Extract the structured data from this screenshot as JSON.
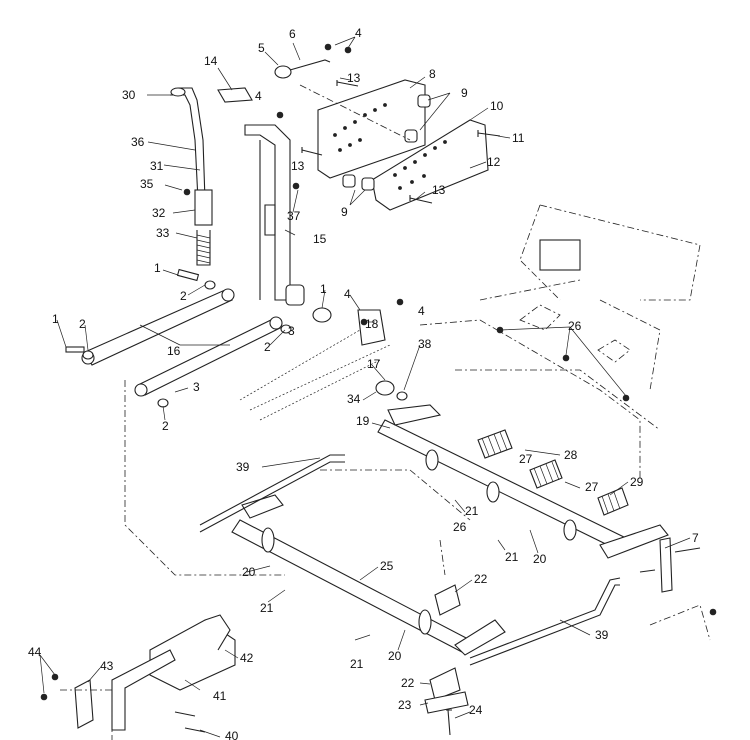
{
  "diagram": {
    "callouts": {
      "c44": "44",
      "c43": "43",
      "c42": "42",
      "c41": "41",
      "c40": "40",
      "c36": "36",
      "c35": "35",
      "c33": "33",
      "c32": "32",
      "c31": "31",
      "c30": "30",
      "c14": "14",
      "c6": "6",
      "c5": "5",
      "c4a": "4",
      "c4b": "4",
      "c4c": "4",
      "c4d": "4",
      "c13a": "13",
      "c13b": "13",
      "c13c": "13",
      "c8": "8",
      "c9a": "9",
      "c9b": "9",
      "c10": "10",
      "c11": "11",
      "c12": "12",
      "c37": "37",
      "c15": "15",
      "c1a": "1",
      "c1b": "1",
      "c1c": "1",
      "c2a": "2",
      "c2b": "2",
      "c2c": "2",
      "c2d": "2",
      "c3a": "3",
      "c3b": "3",
      "c16": "16",
      "c18": "18",
      "c17": "17",
      "c38": "38",
      "c34": "34",
      "c26a": "26",
      "c26b": "26",
      "c19": "19",
      "c28": "28",
      "c27a": "27",
      "c27b": "27",
      "c29": "29",
      "c7": "7",
      "c39a": "39",
      "c39b": "39",
      "c21a": "21",
      "c21b": "21",
      "c21c": "21",
      "c20a": "20",
      "c20b": "20",
      "c20c": "20",
      "c25": "25",
      "c22a": "22",
      "c22b": "22",
      "c23": "23",
      "c24": "24"
    }
  }
}
